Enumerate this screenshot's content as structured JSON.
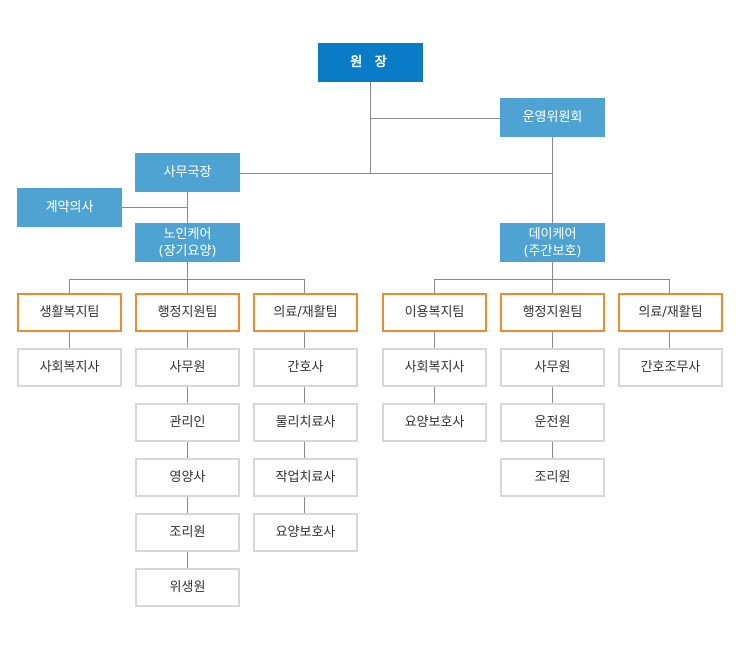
{
  "director": "원 장",
  "committee": "운영위원회",
  "secretary_general": "사무국장",
  "contract_doctor": "계약의사",
  "elder_care": {
    "line1": "노인케어",
    "line2": "(장기요양)"
  },
  "day_care": {
    "line1": "데이케어",
    "line2": "(주간보호)"
  },
  "elder_teams": [
    {
      "name": "생활복지팀",
      "roles": [
        "사회복지사"
      ]
    },
    {
      "name": "행정지원팀",
      "roles": [
        "사무원",
        "관리인",
        "영양사",
        "조리원",
        "위생원"
      ]
    },
    {
      "name": "의료/재활팀",
      "roles": [
        "간호사",
        "물리치료사",
        "작업치료사",
        "요양보호사"
      ]
    }
  ],
  "day_teams": [
    {
      "name": "이용복지팀",
      "roles": [
        "사회복지사",
        "요양보호사"
      ]
    },
    {
      "name": "행정지원팀",
      "roles": [
        "사무원",
        "운전원",
        "조리원"
      ]
    },
    {
      "name": "의료/재활팀",
      "roles": [
        "간호조무사"
      ]
    }
  ],
  "colors": {
    "top": "#0a7cc7",
    "blue": "#4ea3d2",
    "team_border": "#ef8a2d",
    "role_border": "#d7d7d7",
    "line": "#8a8a8a"
  }
}
